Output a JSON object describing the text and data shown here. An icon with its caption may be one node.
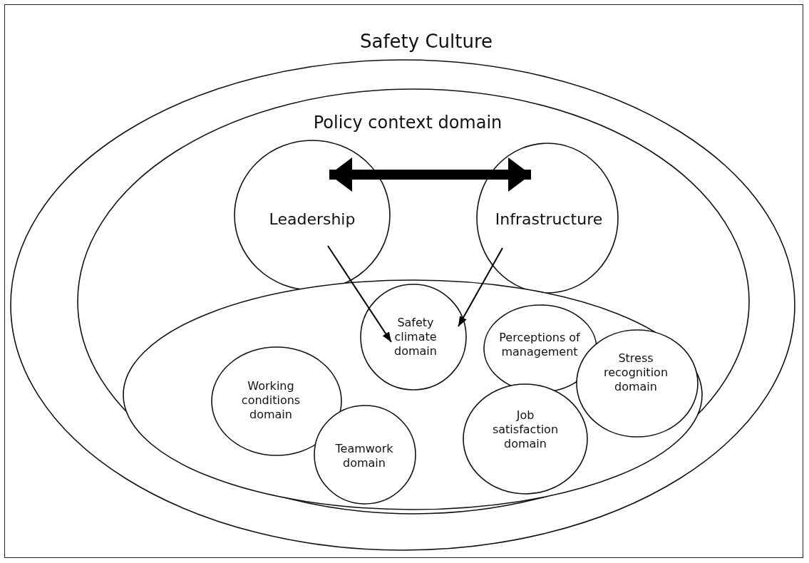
{
  "diagram": {
    "nodes": [
      {
        "text": [
          "Safety Culture"
        ]
      },
      {
        "text": [
          "Policy context domain"
        ],
        "in": 0
      },
      {
        "text": [
          "Leadership"
        ],
        "in": 1
      },
      {
        "text": [
          "Infrastructure"
        ],
        "in": 1
      },
      {
        "text": [],
        "shape": "ellipse",
        "in": 1
      },
      {
        "text": [
          "Safety climate domain"
        ],
        "in": 4
      },
      {
        "text": [
          "Perceptions of management"
        ],
        "in": 4
      },
      {
        "text": [
          "Stress recognition domain"
        ],
        "in": 4
      },
      {
        "text": [
          "Working conditions domain"
        ],
        "in": 4
      },
      {
        "text": [
          "Job satisfaction domain"
        ],
        "in": 4
      },
      {
        "text": [
          "Teamwork domain"
        ],
        "in": 4
      }
    ],
    "edges": [
      {
        "from": 2,
        "to": 3,
        "arrow": "both",
        "style": "thick"
      },
      {
        "from": 2,
        "to": 5,
        "arrow": "to"
      },
      {
        "from": 3,
        "to": 5,
        "arrow": "to"
      }
    ]
  }
}
